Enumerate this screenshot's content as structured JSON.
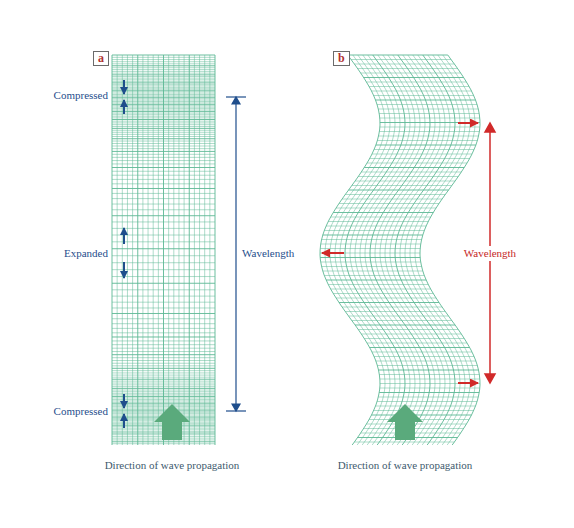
{
  "diagram": {
    "nodes": [
      {
        "text": [
          "a"
        ]
      },
      {
        "text": [
          "b"
        ]
      }
    ],
    "labels": [
      "Compressed",
      "Expanded",
      "Compressed",
      "Wavelength",
      "Direction of wave propagation",
      "Wavelength",
      "Direction of wave propagation"
    ]
  }
}
